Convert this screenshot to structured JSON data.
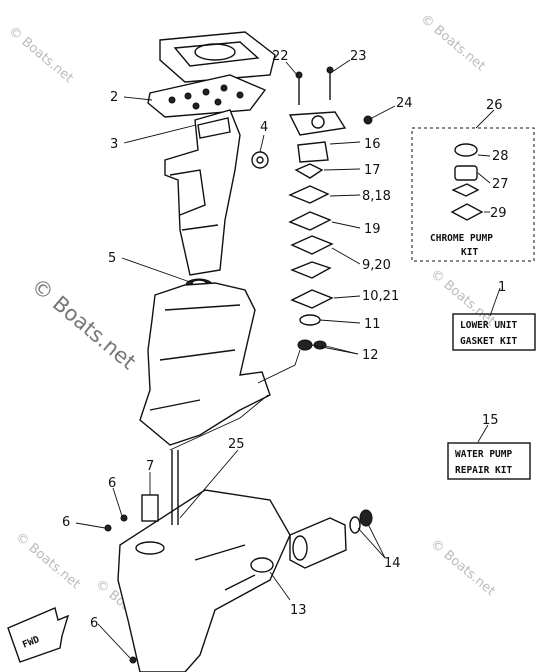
{
  "watermarks": {
    "small": "© Boats.net",
    "large": "© Boats.net"
  },
  "callouts": {
    "c2": "2",
    "c3": "3",
    "c4": "4",
    "c5": "5",
    "c22": "22",
    "c23": "23",
    "c24": "24",
    "c16": "16",
    "c17": "17",
    "c8_18": "8,18",
    "c19": "19",
    "c9_20": "9,20",
    "c10_21": "10,21",
    "c11": "11",
    "c12": "12",
    "c26": "26",
    "c28": "28",
    "c27": "27",
    "c29": "29",
    "c1": "1",
    "c15": "15",
    "c7": "7",
    "c25": "25",
    "c6a": "6",
    "c6b": "6",
    "c6c": "6",
    "c13": "13",
    "c14": "14"
  },
  "kits": {
    "chrome_pump_line1": "CHROME PUMP",
    "chrome_pump_line2": "KIT",
    "lower_unit_line1": "LOWER UNIT",
    "lower_unit_line2": "GASKET KIT",
    "water_pump_line1": "WATER PUMP",
    "water_pump_line2": "REPAIR KIT"
  },
  "fwd_label": "FWD"
}
